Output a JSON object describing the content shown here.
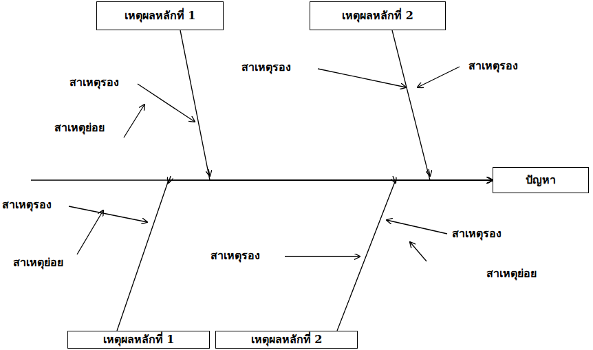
{
  "diagram": {
    "nodes": [
      {
        "text": [
          "เหตุผลหลักที่ 1"
        ]
      },
      {
        "text": [
          "เหตุผลหลักที่ 2"
        ]
      },
      {
        "text": [
          "ปัญหา"
        ]
      },
      {
        "text": [
          "เหตุผลหลักที่ 1"
        ]
      },
      {
        "text": [
          "เหตุผลหลักที่ 2"
        ]
      }
    ],
    "edges": [
      {
        "from": 0,
        "to": 2,
        "arrow": "to"
      },
      {
        "from": 1,
        "to": 2,
        "arrow": "to"
      },
      {
        "from": 3,
        "to": 2,
        "arrow": "to"
      },
      {
        "from": 4,
        "to": 2,
        "arrow": "to"
      }
    ],
    "labels": [
      "สาเหตุรอง",
      "สาเหตุรอง",
      "สาเหตุรอง",
      "สาเหตุย่อย",
      "สาเหตุรอง",
      "สาเหตุรอง",
      "สาเหตุรอง",
      "สาเหตุย่อย",
      "สาเหตุย่อย"
    ]
  }
}
